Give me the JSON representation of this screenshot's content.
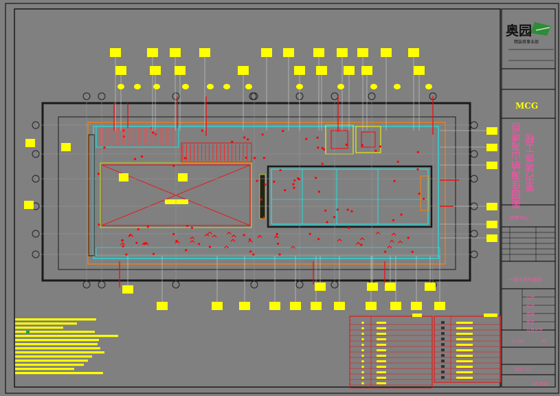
{
  "logo": {
    "brand": "奥园",
    "tagline": "精装修事业部"
  },
  "sheet": {
    "consultant": "MCG",
    "project_title_line1": "奥园佳海纳山海项目",
    "project_title_line2": "室内装饰工程",
    "area": "销售中心",
    "drawing_title": "一层天花布置图",
    "scale": "1:100",
    "paper": "A2",
    "date": "2017.07",
    "drawing_no": "1F-P05",
    "signature_rows": [
      "设计",
      "校对",
      "审核",
      "审定",
      "项目负责"
    ]
  },
  "colors": {
    "background": "#808080",
    "border": "#000000",
    "wall": "#222222",
    "ceiling_line": "#00ffff",
    "fixture": "#ff0000",
    "tag": "#ffff00",
    "outline": "#ff7f00",
    "accent": "#ff4fa8",
    "green": "#22aa22"
  }
}
